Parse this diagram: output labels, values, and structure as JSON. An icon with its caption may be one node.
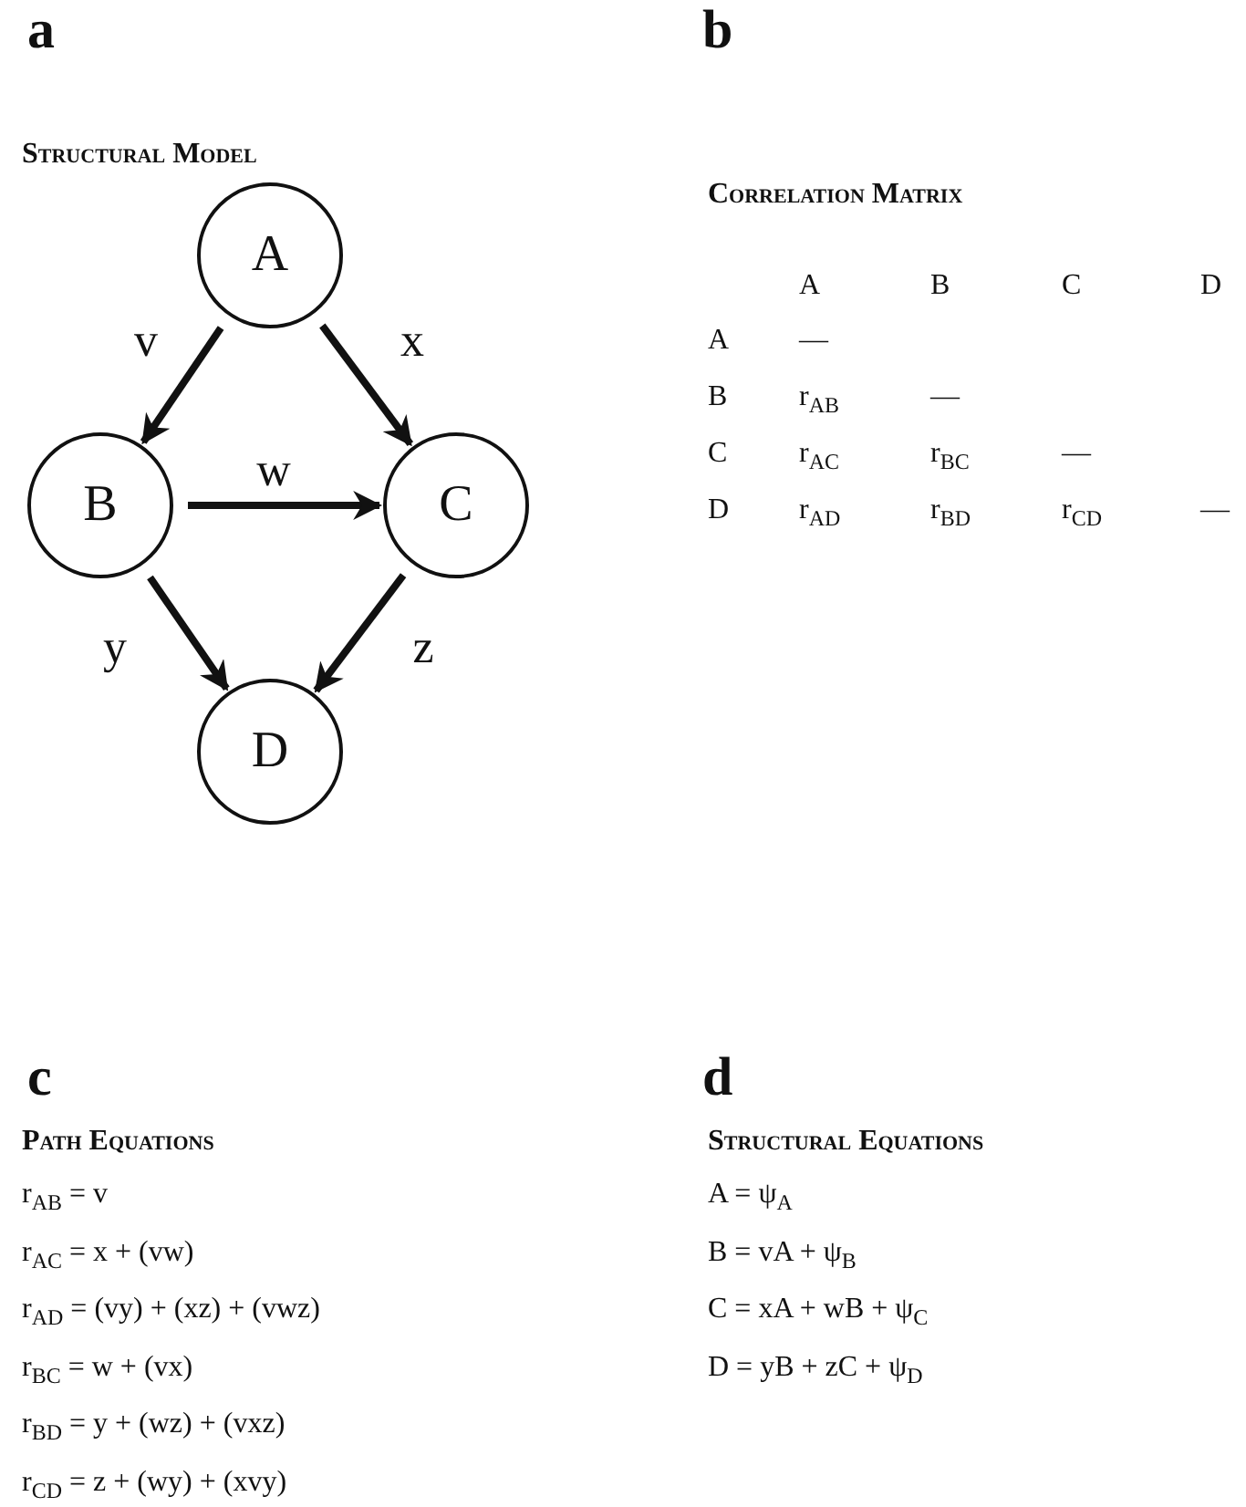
{
  "diagram": {
    "nodes": [
      {
        "text": [
          "A"
        ]
      },
      {
        "text": [
          "B"
        ]
      },
      {
        "text": [
          "C"
        ]
      },
      {
        "text": [
          "D"
        ]
      }
    ],
    "edges": [
      {
        "from": 0,
        "to": 1,
        "arrow": "to",
        "label": "v"
      },
      {
        "from": 0,
        "to": 2,
        "arrow": "to",
        "label": "x"
      },
      {
        "from": 1,
        "to": 2,
        "arrow": "to",
        "label": "w"
      },
      {
        "from": 1,
        "to": 3,
        "arrow": "to",
        "label": "y"
      },
      {
        "from": 2,
        "to": 3,
        "arrow": "to",
        "label": "z"
      }
    ],
    "labels": [
      "a",
      "Structural Model",
      "b",
      "Correlation Matrix",
      "A",
      "B",
      "C",
      "D",
      "A",
      "—",
      "B",
      "r$_{AB}$",
      "—",
      "C",
      "r$_{AC}$",
      "r$_{BC}$",
      "—",
      "D",
      "r$_{AD}$",
      "r$_{BD}$",
      "r$_{CD}$",
      "—",
      "c",
      "Path Equations",
      "r$_{AB}$ = v",
      "r$_{AC}$ = x + (vw)",
      "r$_{AD}$ = (vy) + (xz) + (vwz)",
      "r$_{BC}$ = w + (vx)",
      "r$_{BD}$ = y + (wz) + (vxz)",
      "r$_{CD}$ = z + (wy) + (xvy)",
      "d",
      "Structural Equations",
      "A = ψ$_{A}$",
      "B = vA + ψ$_{B}$",
      "C = xA + wB + ψ$_{C}$",
      "D = yB + zC + ψ$_{D}$"
    ]
  }
}
